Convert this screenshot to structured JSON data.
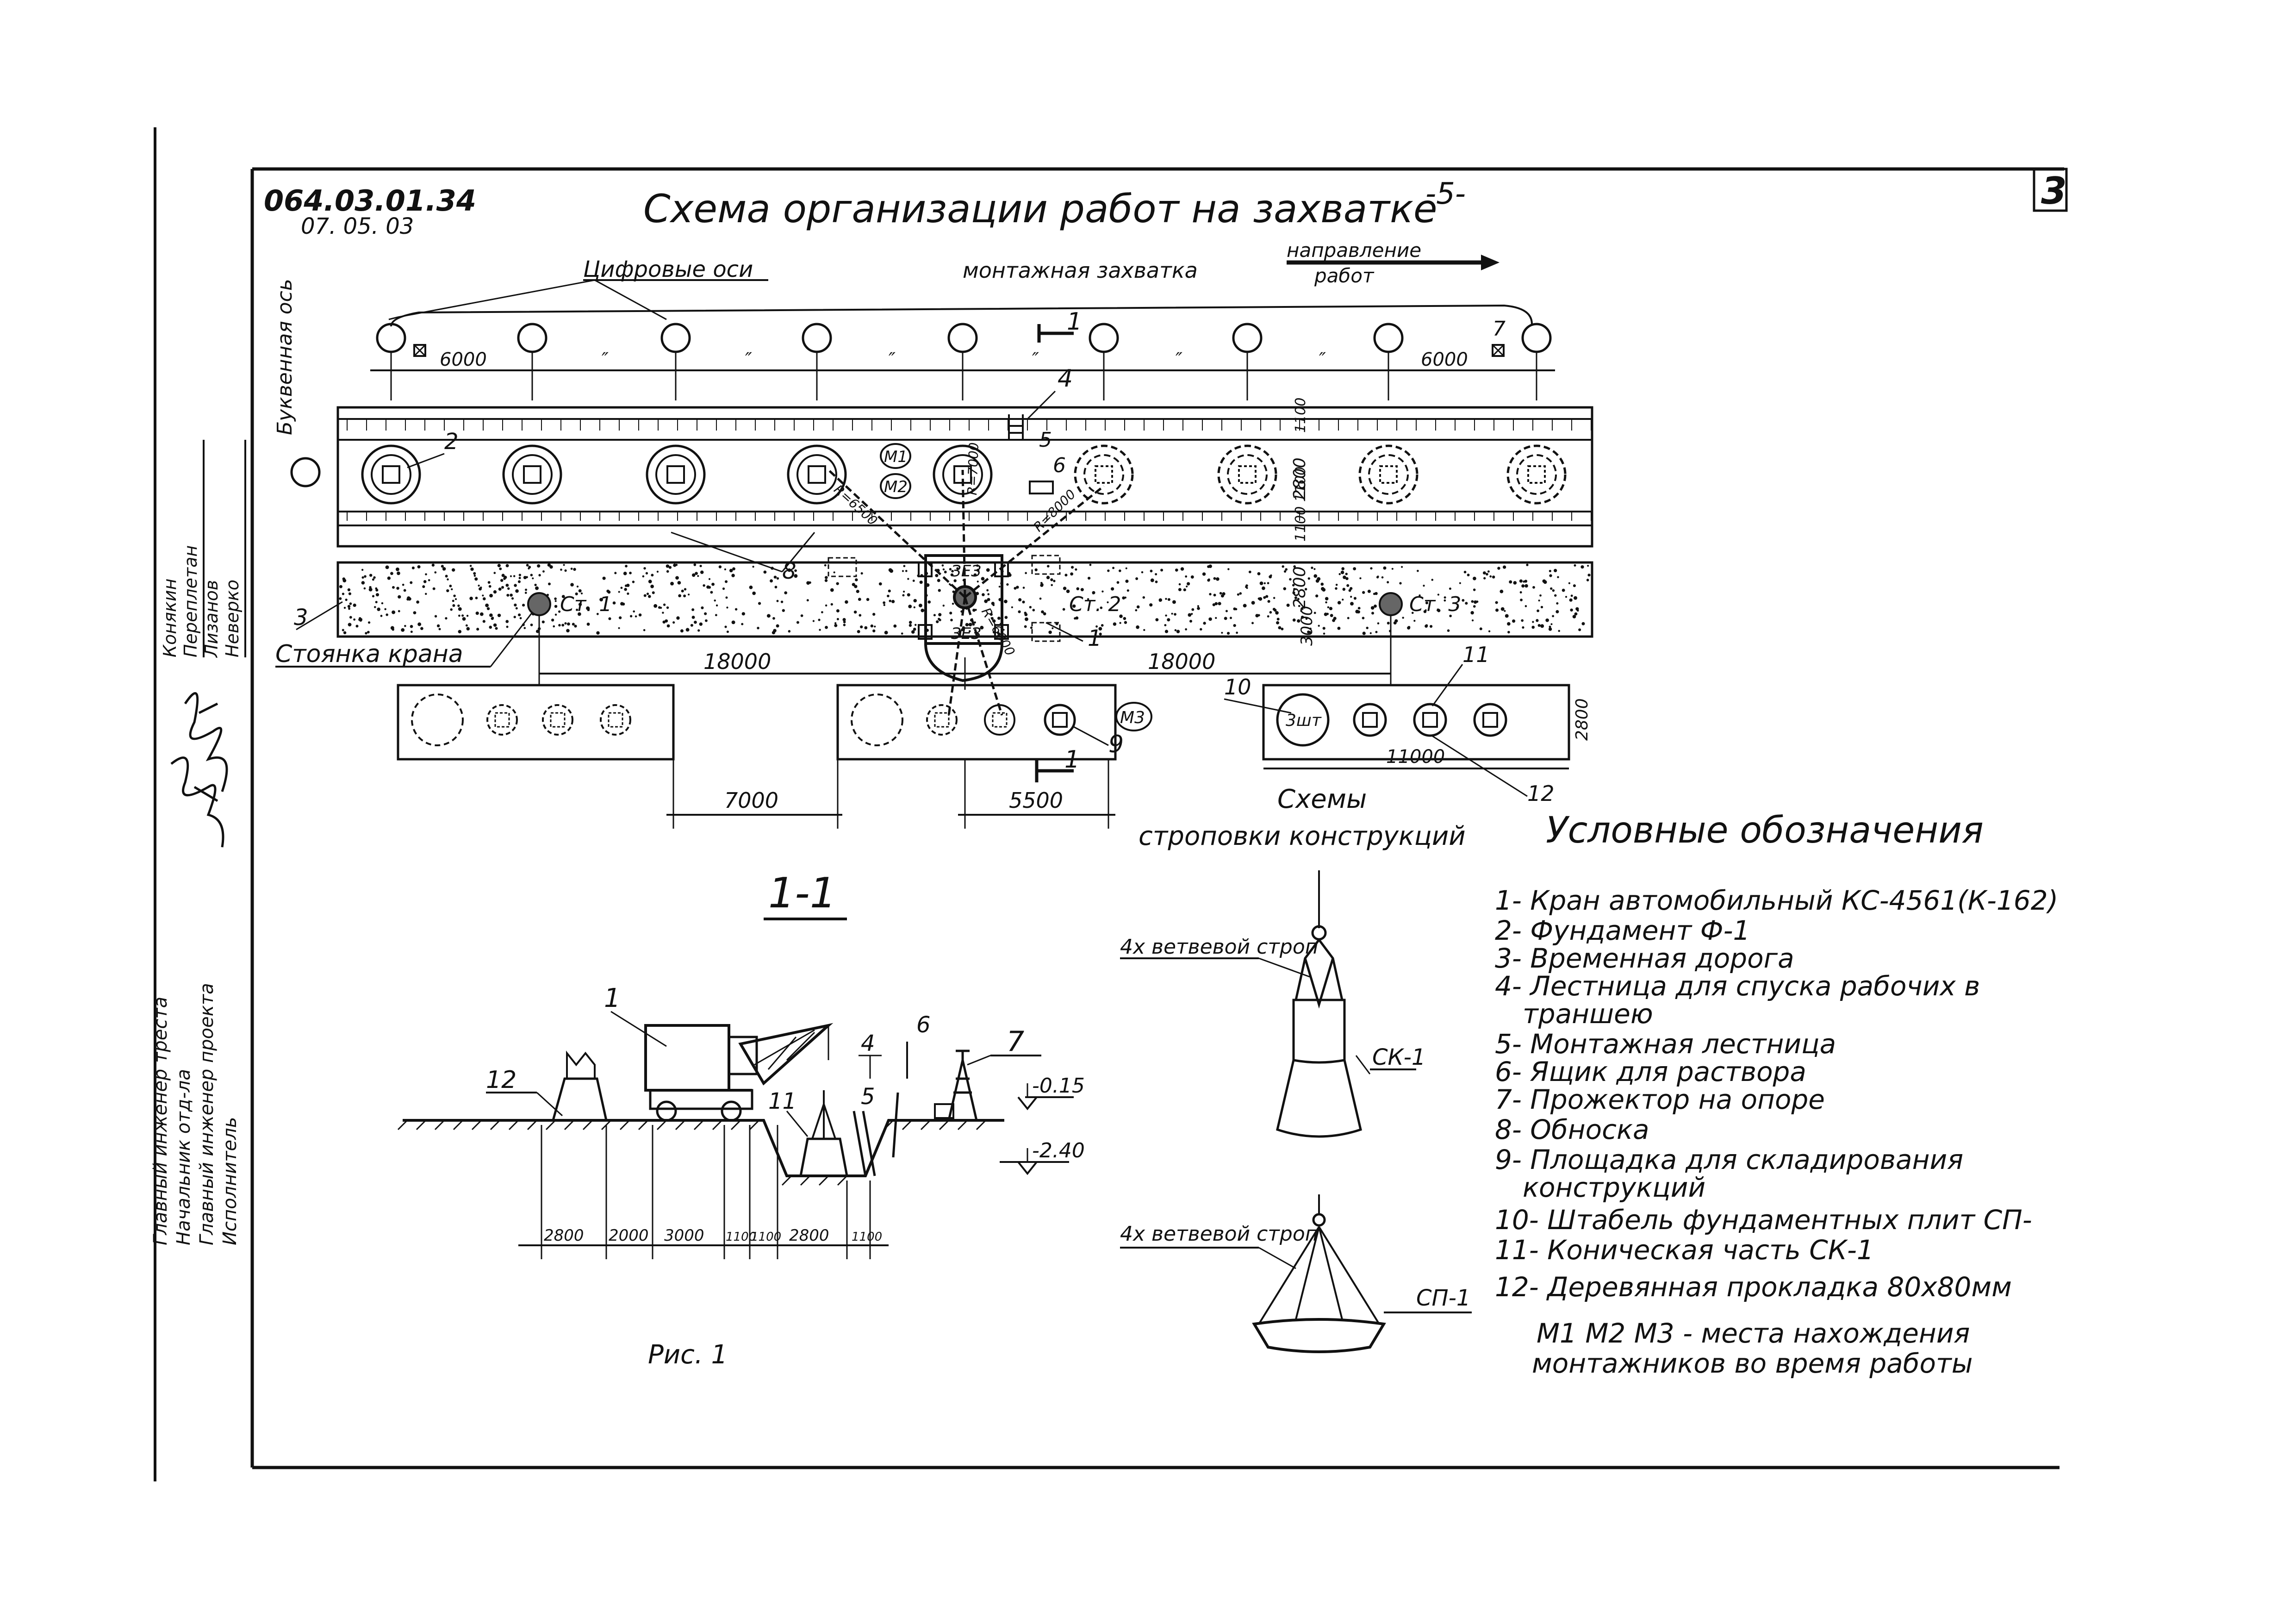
{
  "sheet": {
    "code": "064.03.01.34",
    "date": "07. 05. 03",
    "title": "Схема организации работ на захватке",
    "page_number": "-5-",
    "sheet_number": "3"
  },
  "plan": {
    "axes_label": "Цифровые оси",
    "letter_axis_label": "Буквенная ось",
    "grip_label": "монтажная захватка",
    "direction_label_1": "направление",
    "direction_label_2": "работ",
    "section_mark": "1",
    "span_first": "6000",
    "span_last": "6000",
    "ditto": [
      "″",
      "″",
      "″",
      "″",
      "″",
      "″"
    ],
    "crane_stand_label": "Стоянка крана",
    "stands": [
      "Ст. 1",
      "Ст. 2",
      "Ст. 3"
    ],
    "dims_vertical": [
      "1100",
      "2800",
      "1100 1100",
      "3000",
      "2800"
    ],
    "dim_18000_a": "18000",
    "dim_18000_b": "18000",
    "dim_7000": "7000",
    "dim_5500": "5500",
    "dim_11000": "11000",
    "radius_labels": [
      "R=6500",
      "R=8000",
      "R=7000",
      "R=6000"
    ],
    "workers": [
      "M1",
      "M2",
      "M3"
    ],
    "stack_label": "3шт",
    "callouts": [
      "1",
      "2",
      "3",
      "4",
      "5",
      "6",
      "7",
      "8",
      "9",
      "10",
      "11",
      "12"
    ]
  },
  "section": {
    "title": "1-1",
    "figure_caption": "Рис. 1",
    "level_1": "-0.15",
    "level_2": "-2.40",
    "dims": [
      "2800",
      "2000",
      "3000",
      "1100",
      "1100",
      "2800",
      "1100"
    ],
    "callouts": [
      "1",
      "4",
      "5",
      "6",
      "7",
      "11",
      "12"
    ]
  },
  "slinging": {
    "title_1": "Схемы",
    "title_2": "строповки конструкций",
    "sling_label_1": "4х ветвевой строп",
    "sling_label_2": "4х ветвевой строп",
    "item_1": "СК-1",
    "item_2": "СП-1"
  },
  "legend": {
    "title": "Условные обозначения",
    "items": [
      "1- Кран автомобильный КС-4561(К-162)",
      "2- Фундамент Ф-1",
      "3- Временная дорога",
      "4- Лестница для спуска рабочих в",
      "траншею",
      "5- Монтажная лестница",
      "6- Ящик для раствора",
      "7- Прожектор на опоре",
      "8- Обноска",
      "9- Площадка для складирования",
      "конструкций",
      "10- Штабель фундаментных плит СП-",
      "11- Коническая часть СК-1",
      "12- Деревянная прокладка 80х80мм",
      "M1 M2 M3 - места нахождения",
      "монтажников во время работы"
    ]
  },
  "sidebar": {
    "signers": [
      "Конякин",
      "Переплетан",
      "Лизанов",
      "Неверко"
    ],
    "roles": [
      "Главный инженер треста",
      "Начальник отд-ла",
      "Главный инженер проекта",
      "Исполнитель"
    ]
  }
}
